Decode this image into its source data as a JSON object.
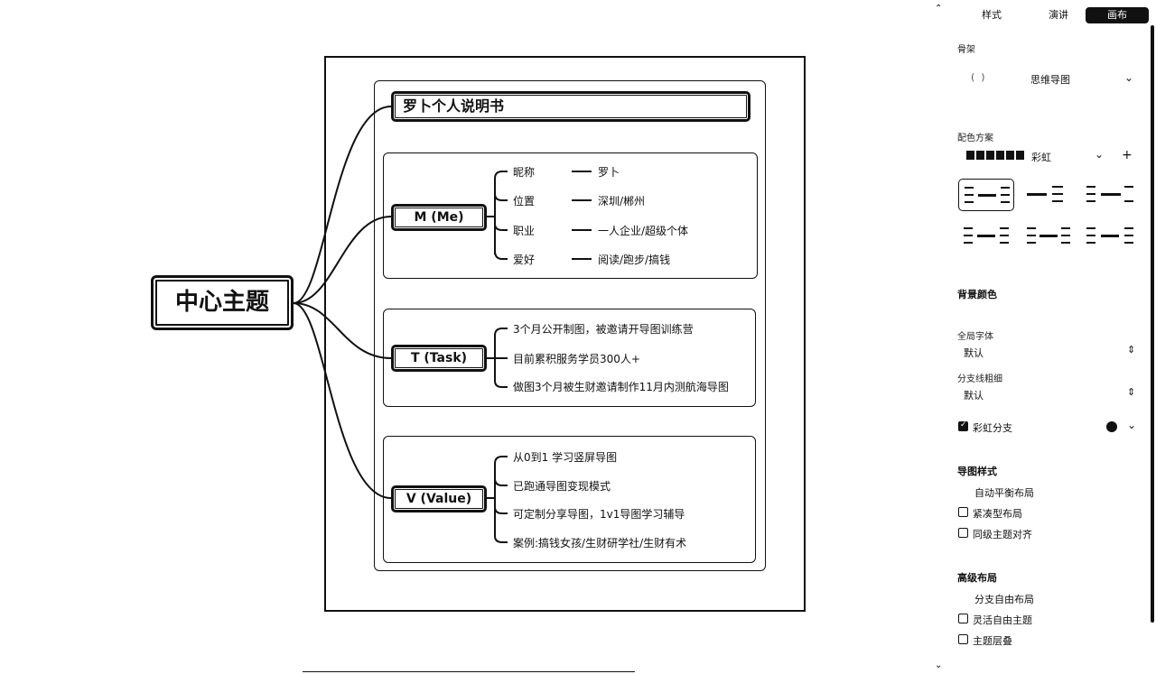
{
  "mindmap": {
    "center": "中心主题",
    "title": "罗卜个人说明书",
    "m_node": "M (Me)",
    "t_node": "T (Task)",
    "v_node": "V (Value)",
    "m_keys": [
      "昵称",
      "位置",
      "职业",
      "爱好"
    ],
    "m_values": [
      "罗卜",
      "深圳/郴州",
      "一人企业/超级个体",
      "阅读/跑步/搞钱"
    ],
    "t_items": [
      "3个月公开制图，被邀请开导图训练营",
      "目前累积服务学员300人+",
      "做图3个月被生财邀请制作11月内测航海导图"
    ],
    "v_items": [
      "从0到1 学习竖屏导图",
      "已跑通导图变现模式",
      "可定制分享导图，1v1导图学习辅导",
      "案例:搞钱女孩/生财研学社/生财有术"
    ]
  },
  "panel": {
    "tabs": [
      "样式",
      "演讲",
      "画布"
    ],
    "skeleton_label": "骨架",
    "skeleton_value": "思维导图",
    "color_scheme_label": "配色方案",
    "color_scheme_value": "彩虹",
    "bg_color_label": "背景颜色",
    "font_label": "全局字体",
    "font_value": "默认",
    "branch_label": "分支线粗细",
    "branch_value": "默认",
    "rainbow_branch": "彩虹分支",
    "map_style_head": "导图样式",
    "map_style_items": [
      "自动平衡布局",
      "紧凑型布局",
      "同级主题对齐"
    ],
    "adv_head": "高级布局",
    "adv_items": [
      "分支自由布局",
      "灵活自由主题",
      "主题层叠"
    ]
  }
}
